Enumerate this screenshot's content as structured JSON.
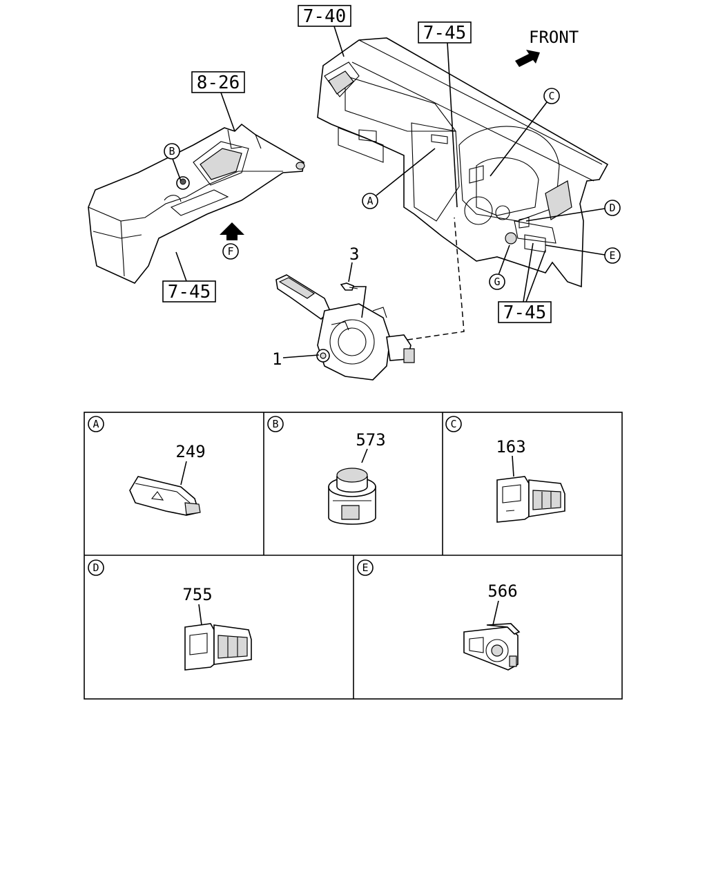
{
  "direction": {
    "label": "FRONT"
  },
  "refs": {
    "dash_top": "7-40",
    "dash_right": "7-45",
    "console_top": "8-26",
    "console_bottom": "7-45",
    "switch_group": "7-45"
  },
  "callouts": {
    "A": "A",
    "B": "B",
    "C": "C",
    "D": "D",
    "E": "E",
    "F": "F",
    "G": "G"
  },
  "parts": {
    "combo_switch": "1",
    "screw": "3"
  },
  "panels": [
    {
      "letter": "A",
      "part": "249"
    },
    {
      "letter": "B",
      "part": "573"
    },
    {
      "letter": "C",
      "part": "163"
    },
    {
      "letter": "D",
      "part": "755"
    },
    {
      "letter": "E",
      "part": "566"
    }
  ]
}
